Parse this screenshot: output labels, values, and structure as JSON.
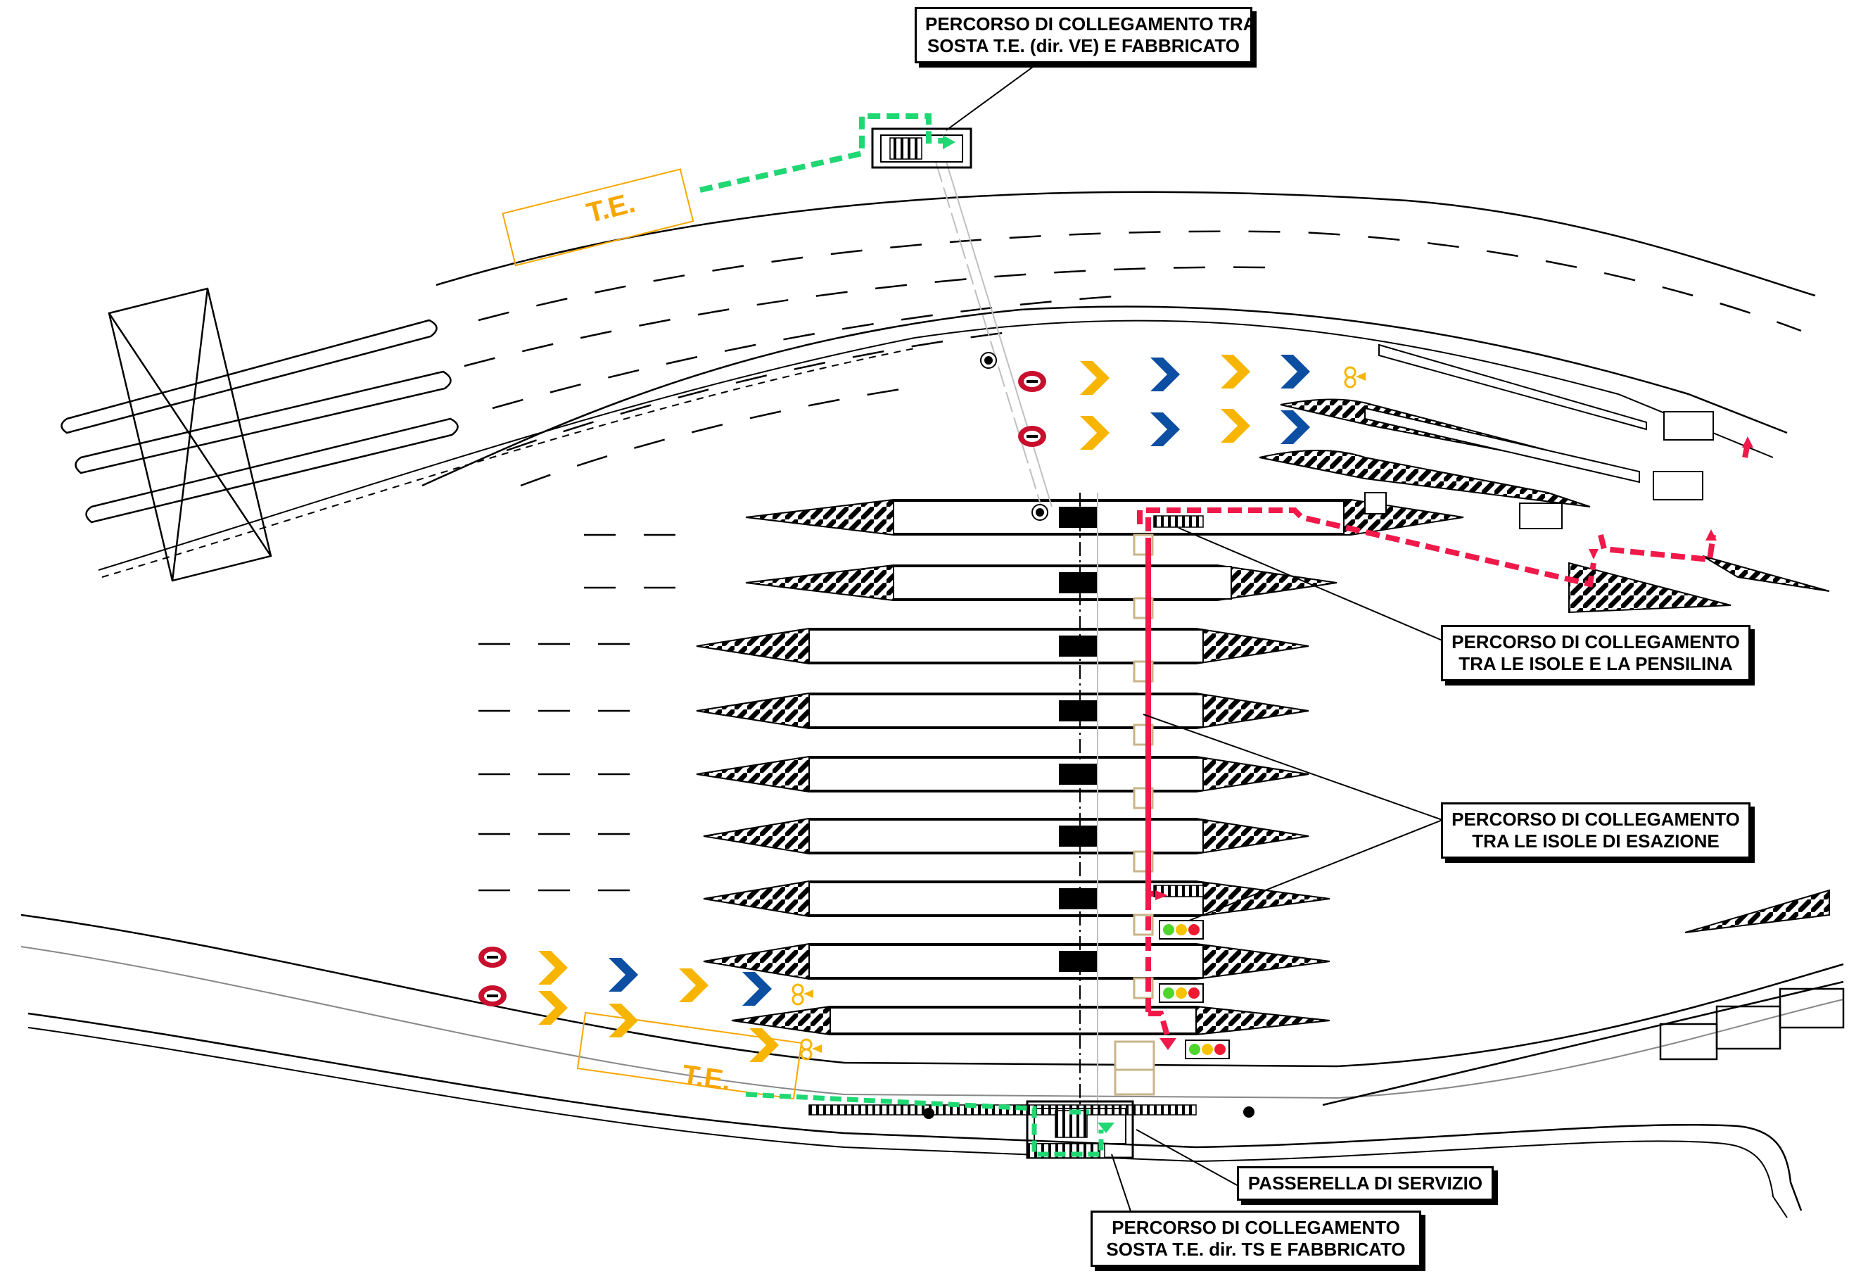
{
  "colors": {
    "line": "#000000",
    "green_path": "#1fd873",
    "red_path": "#f0194a",
    "yellow_chevron": "#f7b500",
    "blue_chevron": "#0b4ea2",
    "te_orange": "#f7a600",
    "sign_red": "#c8102e",
    "light_grey": "#bfbfbf",
    "walkway_beige": "#c9b48a"
  },
  "labels": {
    "top": [
      "PERCORSO DI COLLEGAMENTO TRA",
      "SOSTA T.E. (dir. VE) E FABBRICATO"
    ],
    "isole_pensilina": [
      "PERCORSO DI COLLEGAMENTO",
      "TRA LE ISOLE E LA PENSILINA"
    ],
    "isole_esazione": [
      "PERCORSO DI COLLEGAMENTO",
      "TRA LE ISOLE DI ESAZIONE"
    ],
    "passerella": [
      "PASSERELLA DI SERVIZIO"
    ],
    "bottom": [
      "PERCORSO DI COLLEGAMENTO",
      "SOSTA T.E. dir. TS E FABBRICATO"
    ]
  },
  "te_zones": [
    "T.E.",
    "T.E."
  ],
  "icons": [
    "stop-sign-icon",
    "yellow-chevron-icon",
    "blue-chevron-icon",
    "telepass-icon",
    "traffic-light-icon",
    "gantry-frame-icon",
    "lamp-post-icon"
  ],
  "toll_islands_count": 9,
  "traffic_lights_count": 3
}
